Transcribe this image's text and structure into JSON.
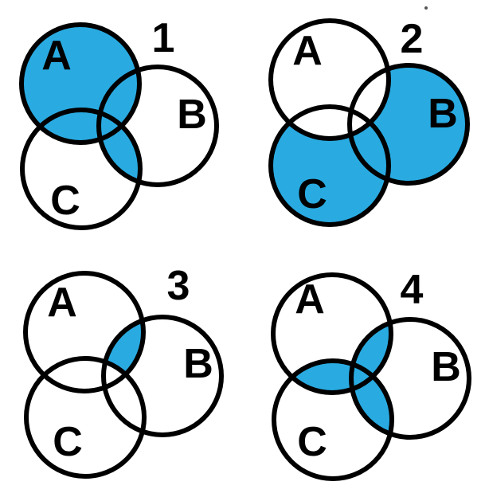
{
  "description": "Worksheet image with four three-circle Venn diagrams numbered 1 to 4; each diagram has circles labeled A, B and C with different regions shaded blue",
  "colors": {
    "shade": "#29ABE2",
    "stroke": "#000000",
    "background": "#FFFFFF",
    "speck": "#555555"
  },
  "diagrams": [
    {
      "number": "1",
      "circle_labels": {
        "a": "A",
        "b": "B",
        "c": "C"
      },
      "shaded_region": "A ∪ (B ∩ C)",
      "shaded_description": "All of circle A plus the intersection of B and C"
    },
    {
      "number": "2",
      "circle_labels": {
        "a": "A",
        "b": "B",
        "c": "C"
      },
      "shaded_region": "(B ∪ C) − A",
      "shaded_description": "All of circles B and C except any part inside A"
    },
    {
      "number": "3",
      "circle_labels": {
        "a": "A",
        "b": "B",
        "c": "C"
      },
      "shaded_region": "(A ∩ B) − C",
      "shaded_description": "Intersection of A and B excluding C"
    },
    {
      "number": "4",
      "circle_labels": {
        "a": "A",
        "b": "B",
        "c": "C"
      },
      "shaded_region": "(A ∩ B) ∪ (A ∩ C) ∪ (B ∩ C)",
      "shaded_description": "All pairwise intersections including the triple intersection"
    }
  ]
}
